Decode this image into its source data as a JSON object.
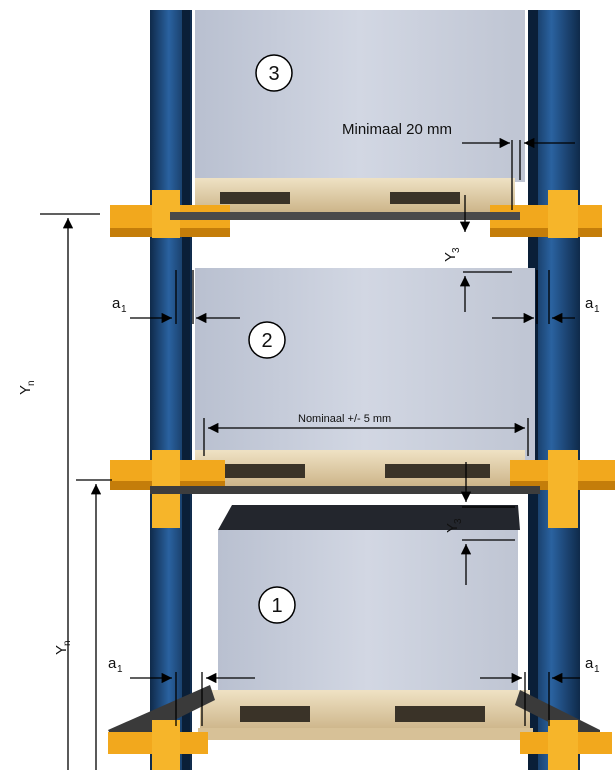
{
  "loads": [
    {
      "number": "3"
    },
    {
      "number": "2"
    },
    {
      "number": "1"
    }
  ],
  "labels": {
    "minimaal": "Minimaal 20 mm",
    "nominaal": "Nominaal   +/- 5 mm",
    "a1_main": "a",
    "a1_sub": "1",
    "y3_main": "Y",
    "y3_sub": "3",
    "yn_main": "Y",
    "yn_sub": "n"
  },
  "colors": {
    "upright_blue": "#1f4f86",
    "upright_dark": "#0f2a4a",
    "beam_yellow": "#f2a81d",
    "load_grey": "#c9cfdd",
    "pallet_wood": "#e6d4b0",
    "dimension_line": "#000000"
  }
}
